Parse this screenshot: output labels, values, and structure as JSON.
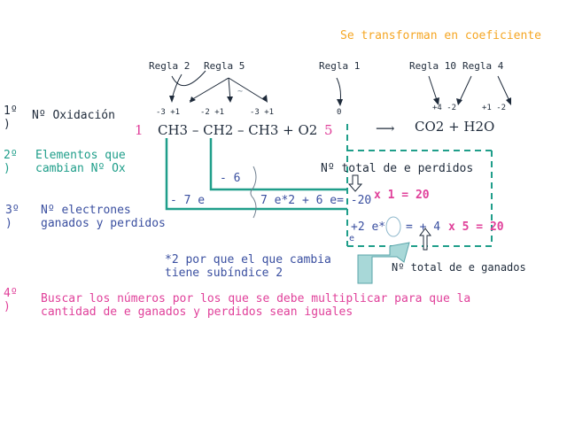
{
  "title": "Se transforman en coeficiente",
  "rules": {
    "r2": "Regla 2",
    "r5": "Regla 5",
    "r1": "Regla 1",
    "r10": "Regla 10",
    "r4": "Regla 4"
  },
  "steps": {
    "s1_num": "1º\n)",
    "s1_text": "Nº Oxidación",
    "s2_num": "2º\n)",
    "s2_text": "Elementos que\ncambian Nº Ox",
    "s3_num": "3º\n)",
    "s3_text": "Nº electrones\nganados y perdidos",
    "s4_num": "4º\n)",
    "s4_text": "Buscar los números por los que se debe multiplicar para que la\ncantidad de e ganados y perdidos sean iguales"
  },
  "oxidation_numbers": {
    "ch3_a": "-3 +1",
    "ch2": "-2  +1",
    "ch3_b": "-3  +1",
    "o2": "0",
    "co2": "+4  -2",
    "h2o": "+1  -2"
  },
  "equation": {
    "coef_left": "1",
    "reactants": "CH3 – CH2 – CH3 + O2",
    "coef_o2": "5",
    "arrow": "⟶",
    "products": "CO2 + H2O"
  },
  "annotations": {
    "minus6": "- 6",
    "minus7e": "- 7 e",
    "sum_expr": "7 e*2 + 6 e= -20",
    "times1": "x 1 = 20",
    "total_lost": "Nº total de e perdidos",
    "gain_expr": "+2 e*",
    "gain_e": "e",
    "eq_plus4": "= + 4",
    "times5": "x 5 = 20",
    "total_gained": "Nº total de e ganados",
    "note": "*2 por que el que cambia\ntiene subíndice 2",
    "tilde": "~"
  },
  "colors": {
    "orange": "#f5a623",
    "teal": "#1f9e8a",
    "blue": "#3a4fa0",
    "pink": "#e0409a",
    "dark": "#1e2a3a",
    "gray": "#6f7f8f"
  }
}
